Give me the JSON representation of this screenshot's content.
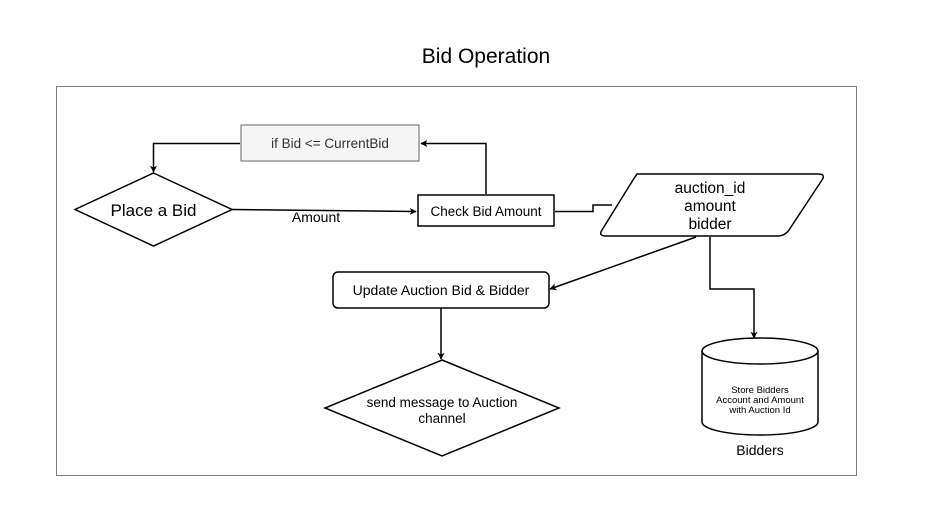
{
  "title": "Bid Operation",
  "colors": {
    "stroke": "#000000",
    "frame": "#7f7f7f",
    "gray_box_fill": "#f5f5f5",
    "gray_box_stroke": "#666666",
    "gray_box_text": "#333333",
    "background": "#ffffff"
  },
  "nodes": {
    "place_bid": {
      "label": "Place a Bid",
      "shape": "diamond"
    },
    "condition": {
      "label": "if Bid <= CurrentBid",
      "shape": "rectangle"
    },
    "check_bid": {
      "label": "Check Bid Amount",
      "shape": "rectangle"
    },
    "bid_data": {
      "lines": [
        "auction_id",
        "amount",
        "bidder"
      ],
      "shape": "parallelogram"
    },
    "update_auction": {
      "label": "Update Auction Bid & Bidder",
      "shape": "rounded-rectangle"
    },
    "send_message": {
      "lines": [
        "send message to Auction",
        "channel"
      ],
      "shape": "diamond"
    },
    "bidders_db": {
      "lines": [
        "Store Bidders",
        "Account and Amount",
        "with Auction Id"
      ],
      "label": "Bidders",
      "shape": "cylinder"
    }
  },
  "edges": {
    "amount_label": "Amount"
  }
}
